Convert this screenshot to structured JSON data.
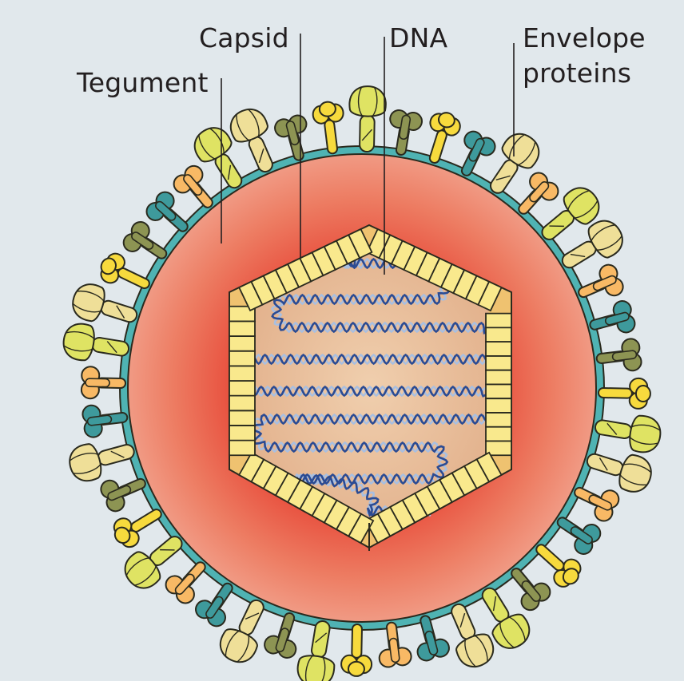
{
  "figure": {
    "title": "Herpesvirus virion structure",
    "labels": {
      "tegument": "Tegument",
      "capsid": "Capsid",
      "dna": "DNA",
      "envelope_line1": "Envelope",
      "envelope_line2": "proteins"
    }
  },
  "colors": {
    "background": "#e1e8ec",
    "membrane": "#4fb3b3",
    "tegument_center": "#e8433a",
    "tegument_edge": "#f0a08a",
    "capsid_tile": "#f9e98d",
    "capsid_corner": "#efc270",
    "capsid_interior": "#e7b994",
    "dna_dark": "#2b4b93",
    "dna_light": "#a9bfe0",
    "outline": "#2a2a1e",
    "leader_line": "#231f20",
    "protein_palette": {
      "lime": "#dfe363",
      "cream": "#efdf98",
      "orange": "#f8b965",
      "teal": "#3e9a9c",
      "olive": "#8d9453",
      "yellow": "#f7da3d"
    }
  },
  "envelope_proteins": {
    "count": 44,
    "type_sequence": [
      "lime",
      "olive",
      "yellow",
      "teal",
      "cream",
      "orange",
      "lime",
      "cream",
      "orange",
      "teal",
      "olive",
      "yellow",
      "lime",
      "cream",
      "orange",
      "teal",
      "yellow",
      "olive",
      "lime",
      "cream",
      "teal",
      "orange",
      "yellow",
      "lime",
      "olive",
      "cream",
      "teal",
      "orange",
      "lime",
      "yellow",
      "olive",
      "cream",
      "teal",
      "orange",
      "lime",
      "cream",
      "yellow",
      "olive",
      "teal",
      "orange",
      "lime",
      "cream",
      "olive",
      "yellow"
    ]
  }
}
